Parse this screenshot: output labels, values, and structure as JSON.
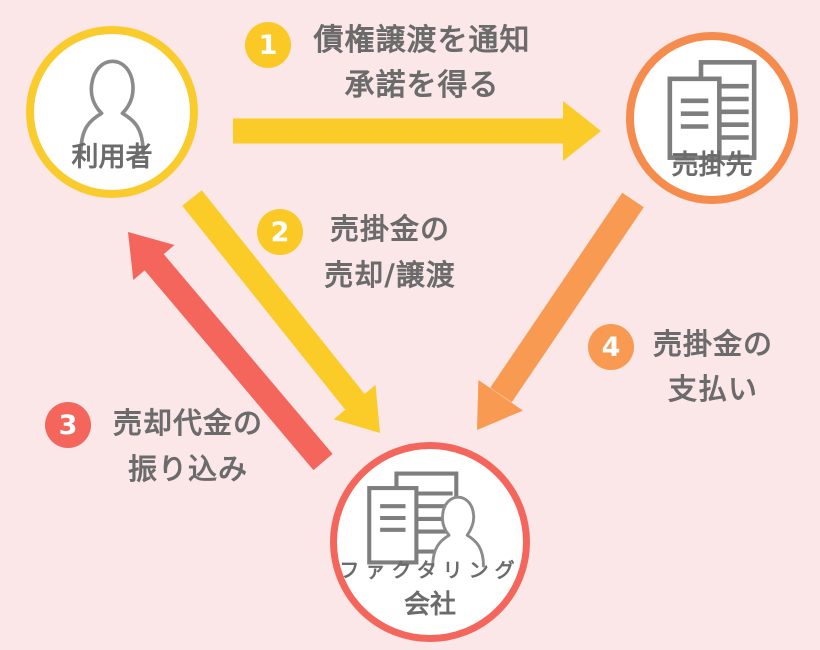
{
  "colors": {
    "background": "#FBE7E7",
    "text": "#6B6B6B",
    "icon_gray": "#8B8B8B",
    "yellow": "#FBCB27",
    "orange": "#F89A52",
    "red": "#F4655C"
  },
  "nodes": [
    {
      "id": "user",
      "label": "利用者",
      "border_color": "#FACB2C",
      "icon": "person-icon"
    },
    {
      "id": "customer",
      "label": "売掛先",
      "border_color": "#F58B4D",
      "icon": "buildings-icon"
    },
    {
      "id": "factoring",
      "label_line1": "ファクタリング",
      "label_line2": "会社",
      "border_color": "#F4655C",
      "icon": "building-person-icon"
    }
  ],
  "steps": [
    {
      "number": "1",
      "line1": "債権譲渡を通知",
      "line2": "承諾を得る",
      "badge_color": "#FBC926",
      "arrow_color": "#FBCB27",
      "from": "user",
      "to": "customer"
    },
    {
      "number": "2",
      "line1": "売掛金の",
      "line2": "売却/譲渡",
      "badge_color": "#FBC926",
      "arrow_color": "#FBCB27",
      "from": "user",
      "to": "factoring"
    },
    {
      "number": "3",
      "line1": "売却代金の",
      "line2": "振り込み",
      "badge_color": "#F4655C",
      "arrow_color": "#F4655C",
      "from": "factoring",
      "to": "user"
    },
    {
      "number": "4",
      "line1": "売掛金の",
      "line2": "支払い",
      "badge_color": "#F89A52",
      "arrow_color": "#F89A52",
      "from": "customer",
      "to": "factoring"
    }
  ]
}
